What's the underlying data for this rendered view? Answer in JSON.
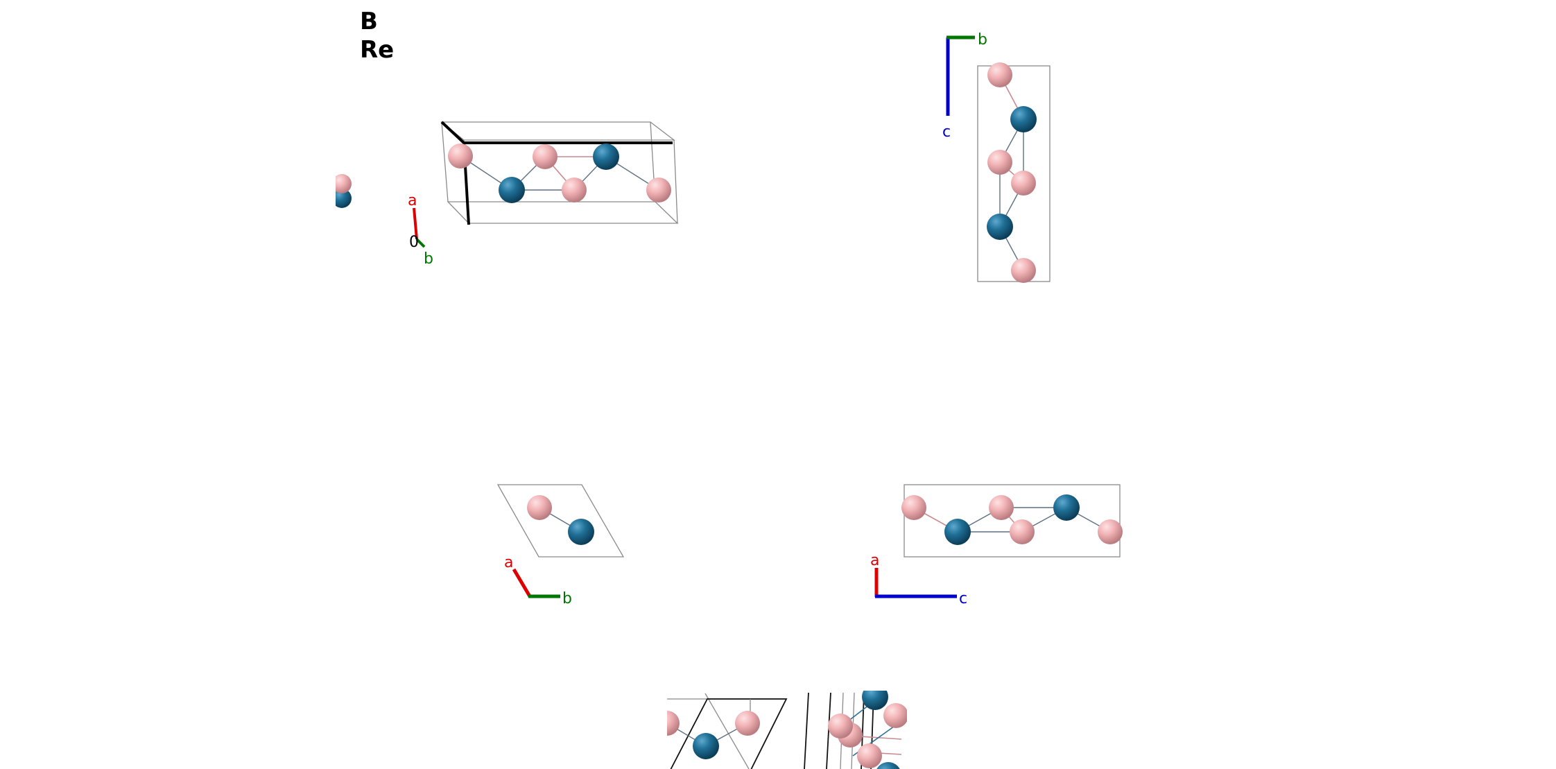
{
  "legend": {
    "element_1": "B",
    "element_2": "Re"
  },
  "colors": {
    "boron": "#f2b3b6",
    "rhenium": "#1f6f96",
    "axis_a": "#dd0000",
    "axis_b": "#007700",
    "axis_c": "#0000cc"
  },
  "axes": {
    "a": "a",
    "b": "b",
    "c": "c",
    "origin": "0"
  }
}
